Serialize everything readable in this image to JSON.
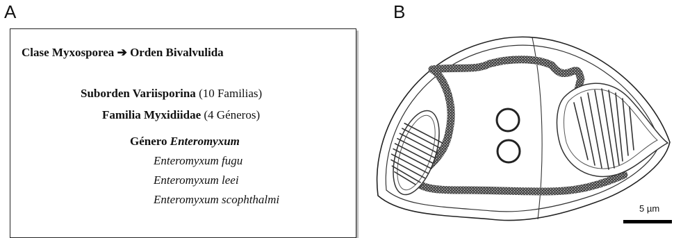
{
  "panels": {
    "a_label": "A",
    "b_label": "B"
  },
  "taxonomy": {
    "class_line": {
      "prefix": "Clase Myxosporea",
      "arrow": "➔",
      "suffix": "Orden Bivalvulida"
    },
    "suborder": {
      "name": "Suborden Variisporina",
      "note": "(10 Familias)"
    },
    "family": {
      "name": "Familia Myxidiidae",
      "note": "(4 Géneros)"
    },
    "genus": {
      "prefix": "Género",
      "name": "Enteromyxum"
    },
    "species": [
      "Enteromyxum fugu",
      "Enteromyxum leei",
      "Enteromyxum scophthalmi"
    ]
  },
  "figure_b": {
    "scale_label": "5 µm"
  }
}
